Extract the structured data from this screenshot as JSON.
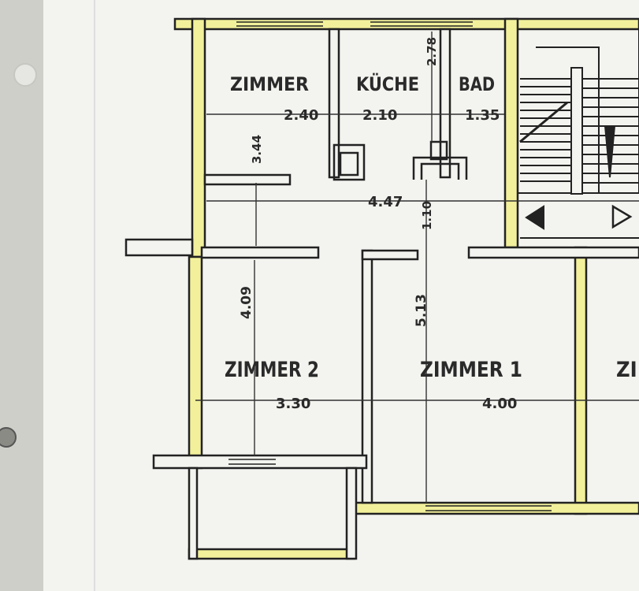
{
  "rooms": {
    "zimmer_top": "ZIMMER",
    "kueche": "KÜCHE",
    "bad": "BAD",
    "zimmer2": "ZIMMER 2",
    "zimmer1": "ZIMMER 1",
    "zimmer_partial": "ZI"
  },
  "dimensions": {
    "zimmer_top_width": "2.40",
    "kueche_width": "2.10",
    "bad_width": "1.35",
    "kueche_height": "2.78",
    "zimmer_top_height": "3.44",
    "hall_length": "4.47",
    "hall_width": "1.10",
    "zimmer2_height": "4.09",
    "zimmer2_width": "3.30",
    "zimmer1_height": "5.13",
    "zimmer1_width": "4.00"
  },
  "colors": {
    "paper": "#f3f3ef",
    "wall": "#222222",
    "wall_highlight": "#f2f09a",
    "background": "#d9d9d4"
  }
}
